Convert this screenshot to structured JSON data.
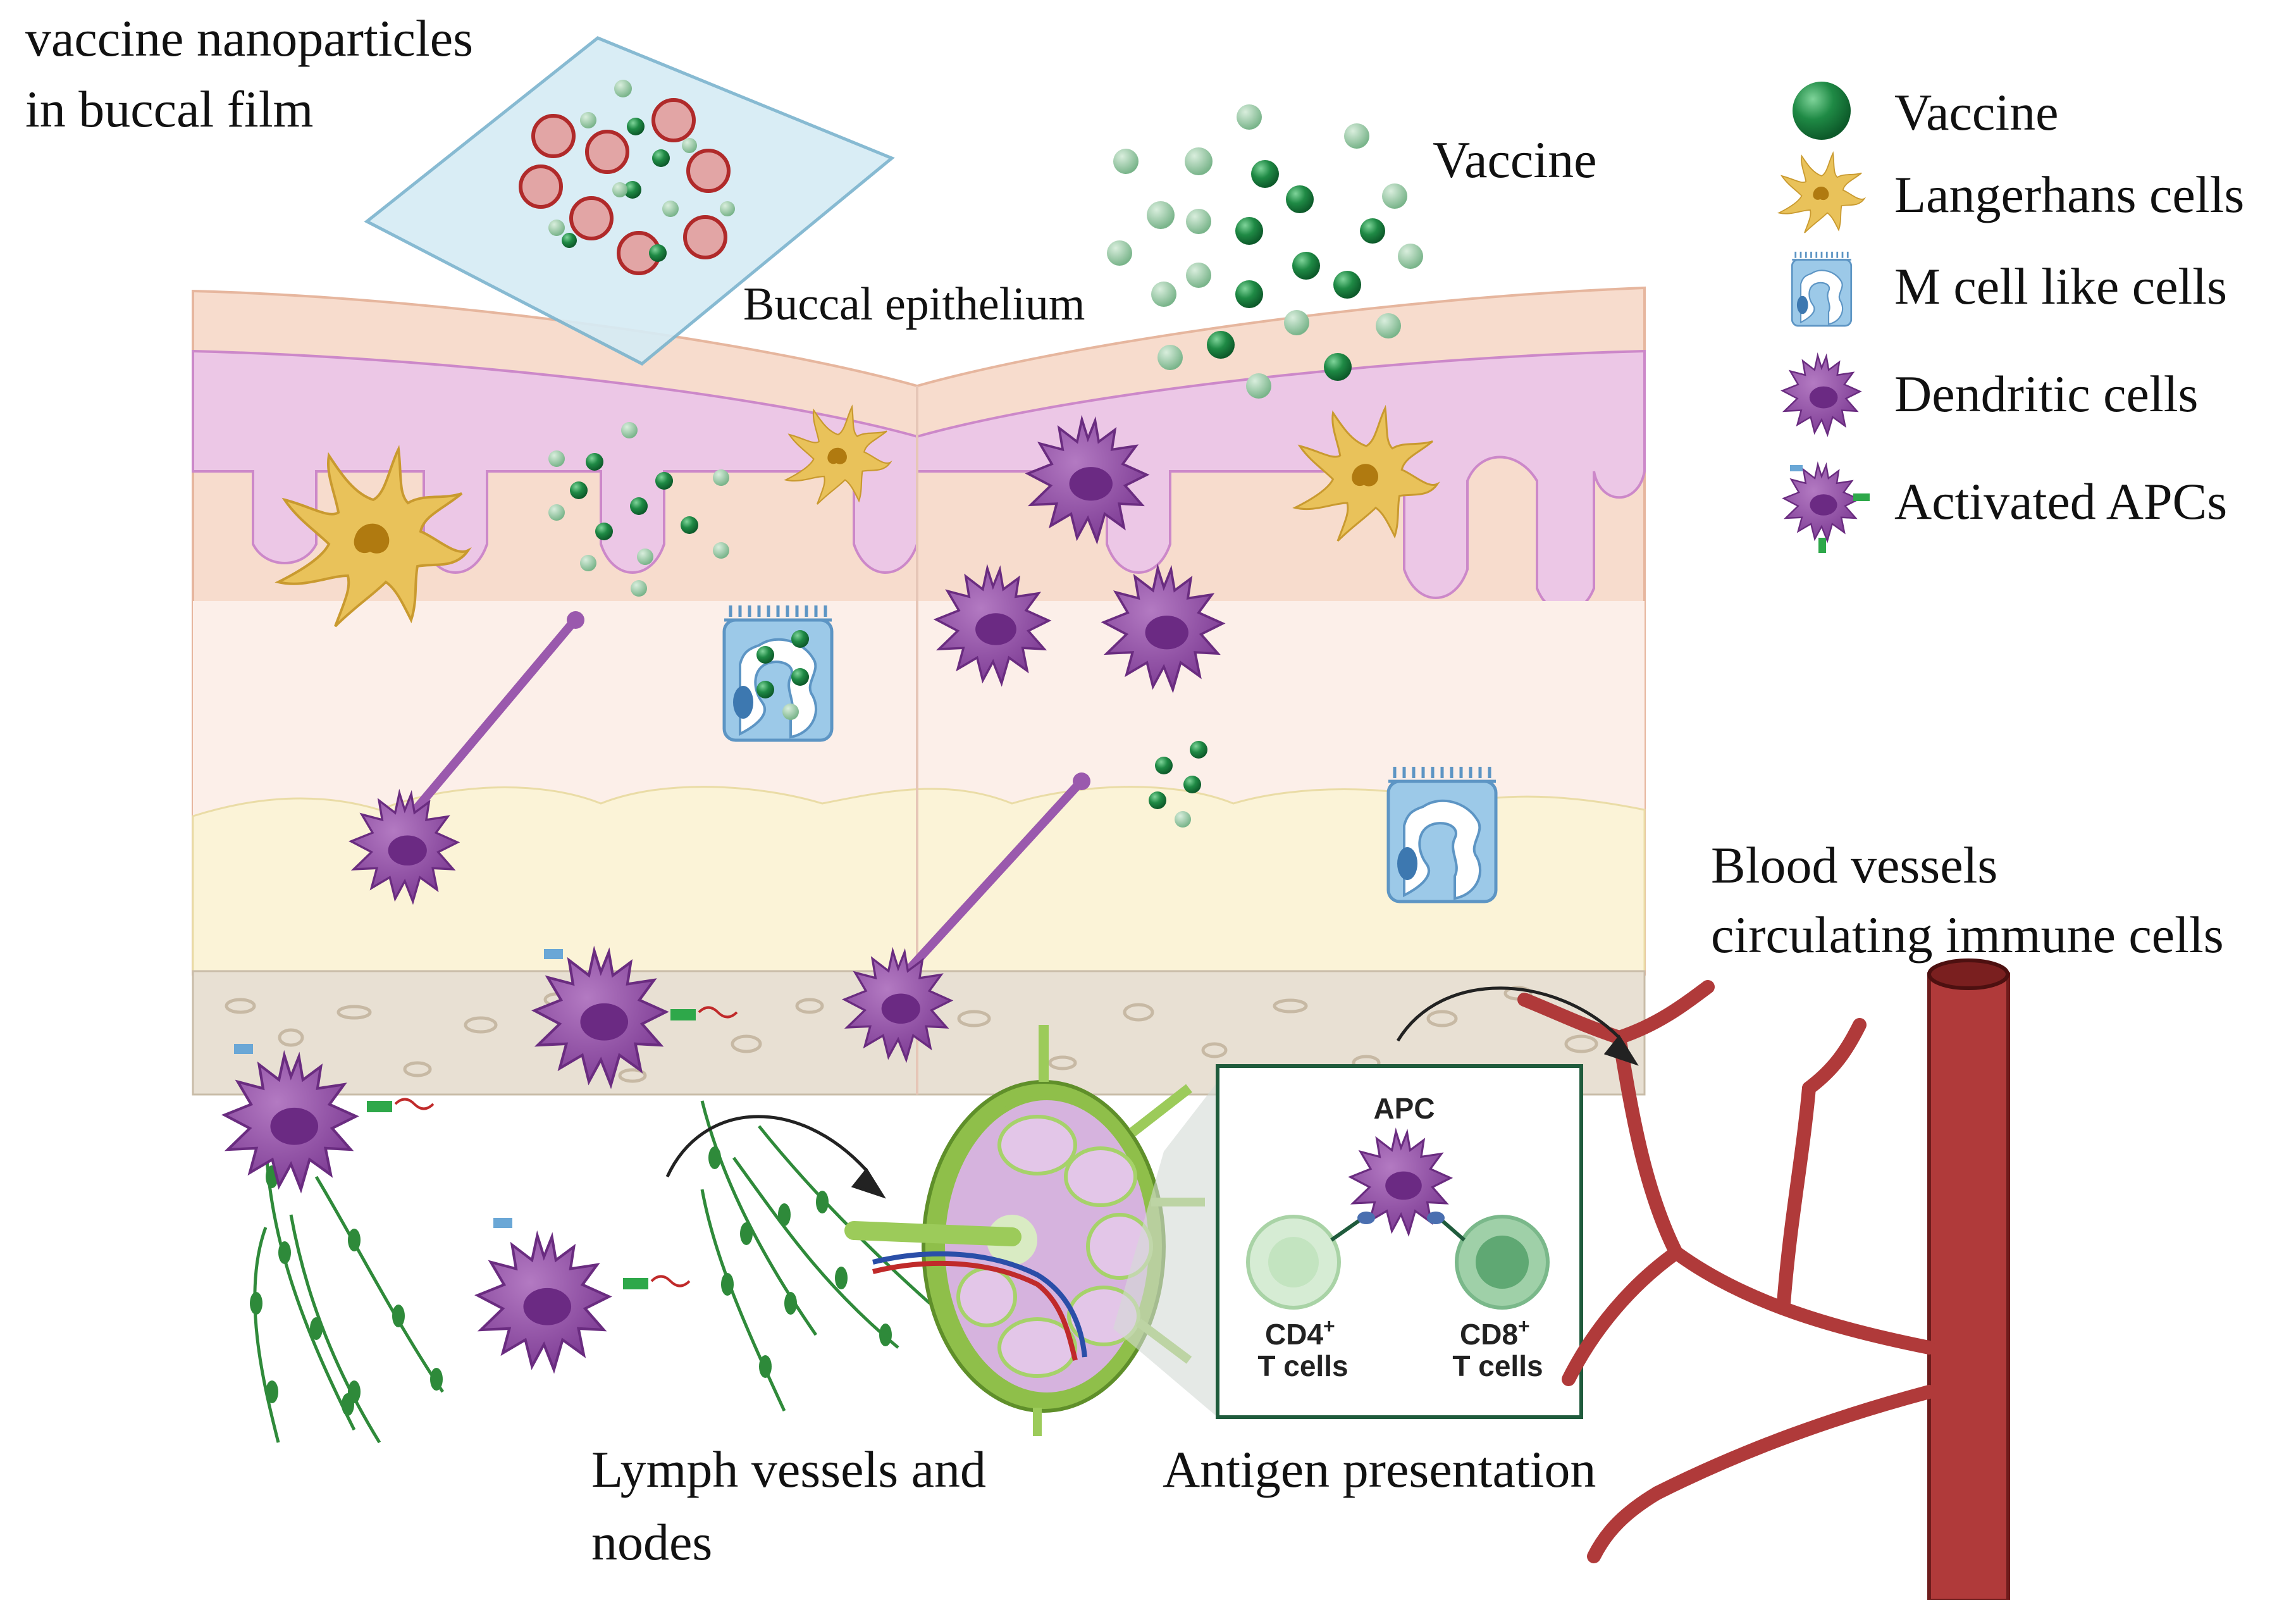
{
  "labels": {
    "film_line1": "vaccine nanoparticles",
    "film_line2": "in buccal film",
    "vaccine": "Vaccine",
    "buccal_epithelium": "Buccal epithelium",
    "blood_line1": "Blood vessels",
    "blood_line2": "circulating immune cells",
    "lymph_line1": "Lymph vessels and",
    "lymph_line2": "nodes",
    "antigen_presentation": "Antigen presentation"
  },
  "inset": {
    "apc": "APC",
    "cd4_main": "CD4",
    "cd4_sup": "+",
    "cd4_sub": "T cells",
    "cd8_main": "CD8",
    "cd8_sup": "+",
    "cd8_sub": "T cells"
  },
  "legend": [
    {
      "label": "Vaccine",
      "icon": "vaccine-particle-icon"
    },
    {
      "label": "Langerhans cells",
      "icon": "langerhans-cell-icon"
    },
    {
      "label": "M cell like cells",
      "icon": "m-cell-icon"
    },
    {
      "label": "Dendritic cells",
      "icon": "dendritic-cell-icon"
    },
    {
      "label": "Activated APCs",
      "icon": "activated-apc-icon"
    }
  ],
  "colors": {
    "vaccine_dark": "#1f8a45",
    "vaccine_light": "#8fc7a0",
    "langerhans": "#e9c25a",
    "m_cell": "#9cc9e8",
    "dendritic": "#9a59ad",
    "epithelium_top": "#f2cdbb",
    "lamina": "#ecc7e6",
    "blood": "#b03a3a",
    "lymph": "#2f8a3a",
    "inset_border": "#1f5b3c"
  }
}
